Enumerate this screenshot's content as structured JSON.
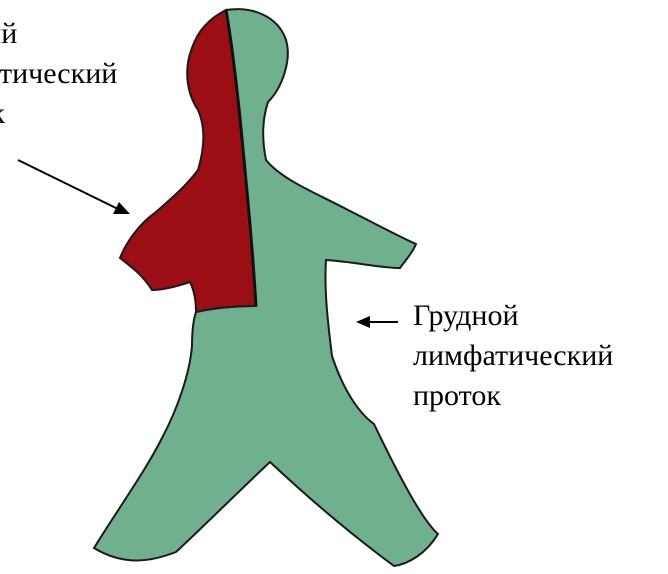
{
  "labels": {
    "left": {
      "line1": "Правый",
      "line2": "лимфатический",
      "line3": "проток"
    },
    "right": {
      "line1": "Грудной",
      "line2": "лимфатический",
      "line3": "проток"
    }
  },
  "colors": {
    "right_duct_region": "#9b0f14",
    "thoracic_duct_region": "#6fb08e",
    "outline": "#1a1a1a",
    "arrow": "#000000",
    "text": "#000000",
    "background": "#ffffff"
  }
}
